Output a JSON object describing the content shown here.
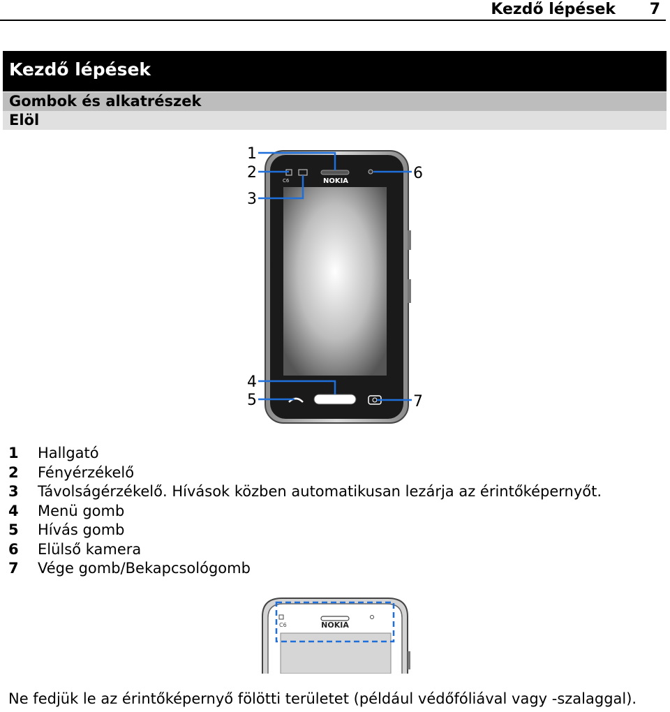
{
  "running_header": {
    "title": "Kezdő lépések",
    "page": "7"
  },
  "section": {
    "title": "Kezdő lépések"
  },
  "subsection": {
    "title": "Gombok és alkatrészek",
    "subtitle": "Elöl"
  },
  "figure": {
    "brand": "NOKIA",
    "model": "C6",
    "callouts": [
      "1",
      "2",
      "3",
      "4",
      "5",
      "6",
      "7"
    ],
    "callout_color": "#1e6fd9"
  },
  "parts": [
    {
      "num": "1",
      "label": "Hallgató"
    },
    {
      "num": "2",
      "label": "Fényérzékelő"
    },
    {
      "num": "3",
      "label": "Távolságérzékelő. Hívások közben automatikusan lezárja az érintőképernyőt."
    },
    {
      "num": "4",
      "label": "Menü gomb"
    },
    {
      "num": "5",
      "label": "Hívás gomb"
    },
    {
      "num": "6",
      "label": "Elülső kamera"
    },
    {
      "num": "7",
      "label": "Vége gomb/Bekapcsológomb"
    }
  ],
  "figure2": {
    "brand": "NOKIA",
    "model": "C6"
  },
  "note": "Ne fedjük le az érintőképernyő fölötti területet (például védőfóliával vagy -szalaggal)."
}
